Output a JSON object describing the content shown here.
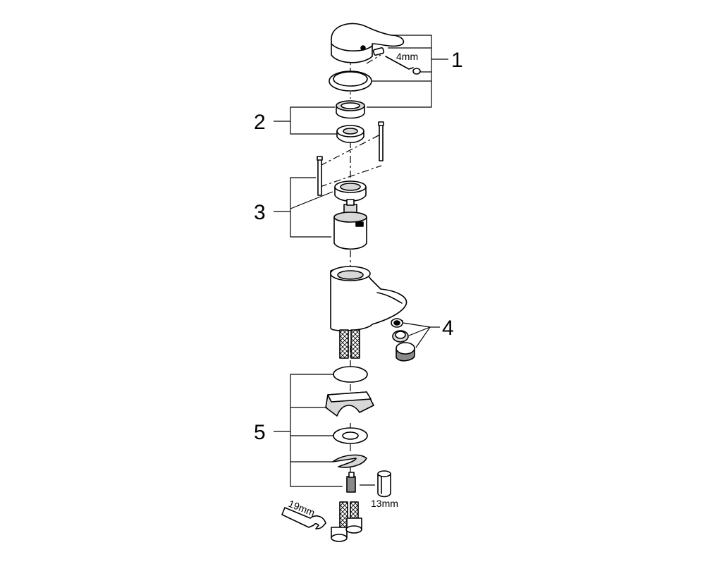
{
  "callouts": [
    {
      "number": "1"
    },
    {
      "number": "2"
    },
    {
      "number": "3"
    },
    {
      "number": "4"
    },
    {
      "number": "5"
    }
  ],
  "tool_sizes": {
    "hex_key": "4mm",
    "nut_wrench": "13mm",
    "hose_wrench": "19mm"
  },
  "colors": {
    "line": "#000000",
    "fill_light": "#ffffff",
    "fill_shade": "#d8d8d8",
    "fill_dark": "#8a8a8a"
  }
}
